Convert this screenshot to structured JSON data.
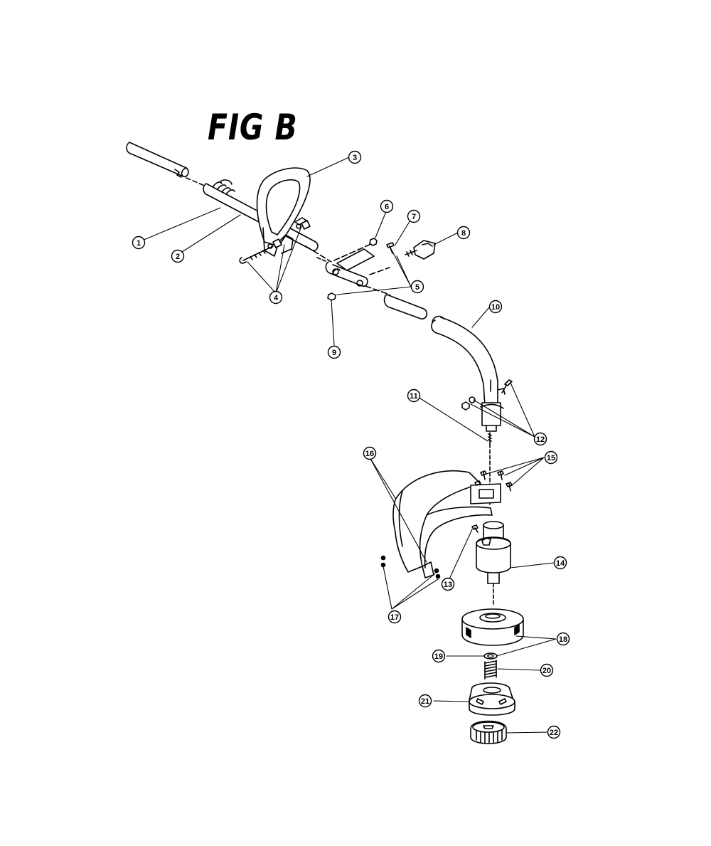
{
  "figure": {
    "title": "FIG B"
  },
  "callouts": [
    {
      "num": "1",
      "part": "shaft-tube-icon"
    },
    {
      "num": "2",
      "part": "upper-shaft-icon"
    },
    {
      "num": "3",
      "part": "assist-handle-icon"
    },
    {
      "num": "4",
      "part": "handle-hardware-icon"
    },
    {
      "num": "5",
      "part": "coupler-hardware-icon"
    },
    {
      "num": "6",
      "part": "nut-icon"
    },
    {
      "num": "7",
      "part": "screw-icon"
    },
    {
      "num": "8",
      "part": "knob-icon"
    },
    {
      "num": "9",
      "part": "nut-icon"
    },
    {
      "num": "10",
      "part": "curved-shaft-icon"
    },
    {
      "num": "11",
      "part": "drive-shaft-icon"
    },
    {
      "num": "12",
      "part": "clamp-hardware-icon"
    },
    {
      "num": "13",
      "part": "screw-icon"
    },
    {
      "num": "14",
      "part": "gear-housing-icon"
    },
    {
      "num": "15",
      "part": "screw-icon"
    },
    {
      "num": "16",
      "part": "guard-icon"
    },
    {
      "num": "17",
      "part": "guard-hardware-icon"
    },
    {
      "num": "18",
      "part": "spool-housing-icon"
    },
    {
      "num": "19",
      "part": "washer-icon"
    },
    {
      "num": "20",
      "part": "spring-icon"
    },
    {
      "num": "21",
      "part": "spool-icon"
    },
    {
      "num": "22",
      "part": "bump-knob-icon"
    }
  ]
}
